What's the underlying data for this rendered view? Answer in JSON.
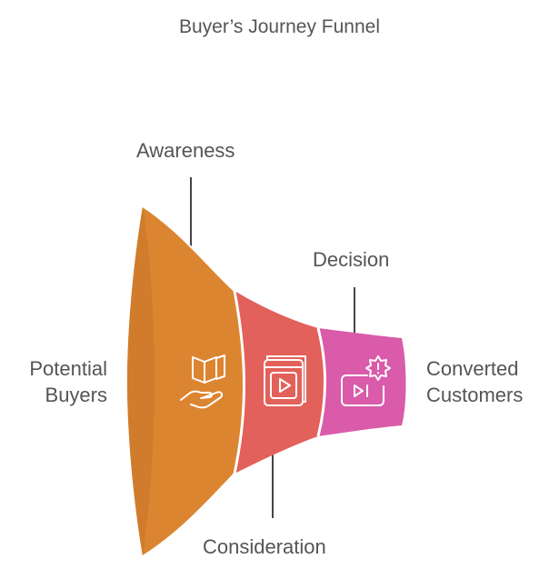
{
  "title": "Buyer’s Journey Funnel",
  "input_label": {
    "line1": "Potential",
    "line2": "Buyers"
  },
  "output_label": {
    "line1": "Converted",
    "line2": "Customers"
  },
  "stages": [
    {
      "label": "Awareness",
      "color": "#dc8531",
      "icon": "book-in-hand-icon"
    },
    {
      "label": "Consideration",
      "color": "#e2615a",
      "icon": "video-book-icon"
    },
    {
      "label": "Decision",
      "color": "#d95baa",
      "icon": "play-alert-icon"
    }
  ],
  "colors": {
    "text": "#555555",
    "connector": "#454545",
    "divider": "#ffffff",
    "icon": "#ffffff"
  }
}
